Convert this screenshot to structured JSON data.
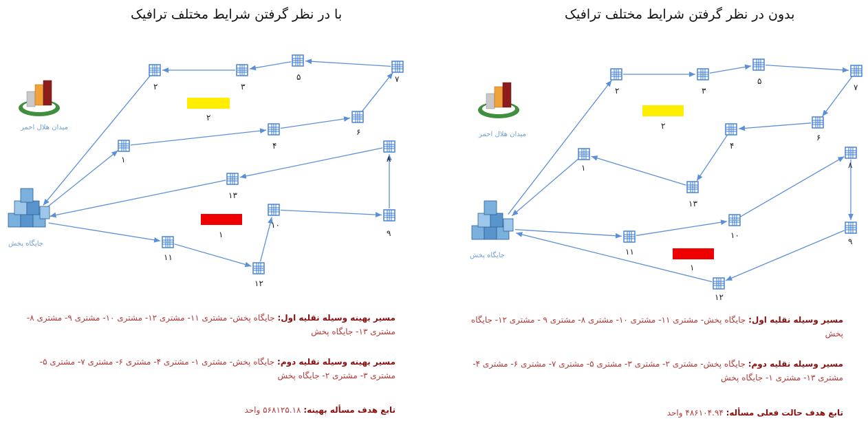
{
  "panels": {
    "left": {
      "title": "با در نظر گرفتن شرایط مختلف ترافیک",
      "depot_label": "جایگاه پخش",
      "park_label": "میدان هلال احمر",
      "customer_labels": {
        "1": "۱",
        "2": "۲",
        "3": "۳",
        "4": "۴",
        "5": "۵",
        "6": "۶",
        "7": "۷",
        "8": "۸",
        "9": "۹",
        "10": "۱۰",
        "11": "۱۱",
        "12": "۱۲",
        "13": "۱۳"
      },
      "traffic_labels": {
        "yellow": "۲",
        "red": "۱"
      },
      "route1_title": "مسیر بهینه وسیله نقلیه اول:",
      "route1_text": " جایگاه پخش- مشتری ۱۱- مشتری ۱۲- مشتری ۱۰- مشتری ۹- مشتری ۸- مشتری ۱۳- جایگاه پخش",
      "route2_title": "مسیر بهینه وسیله نقلیه دوم:",
      "route2_text": " جایگاه پخش- مشتری ۱- مشتری ۴- مشتری ۶- مشتری ۷- مشتری ۵- مشتری ۳- مشتری ۲- جایگاه پخش",
      "objective_title": "تابع هدف مسأله بهینه:",
      "objective_text": " ۵۶۸۱۲۵.۱۸ واحد",
      "colors": {
        "yellow": "#ffee00",
        "red": "#ee0000"
      }
    },
    "right": {
      "title": "بدون در نظر گرفتن شرایط مختلف ترافیک",
      "depot_label": "جایگاه پخش",
      "park_label": "میدان هلال احمر",
      "customer_labels": {
        "1": "۱",
        "2": "۲",
        "3": "۳",
        "4": "۴",
        "5": "۵",
        "6": "۶",
        "7": "۷",
        "8": "۸",
        "9": "۹",
        "10": "۱۰",
        "11": "۱۱",
        "12": "۱۲",
        "13": "۱۳"
      },
      "traffic_labels": {
        "yellow": "۲",
        "red": "۱"
      },
      "route1_title": "مسیر وسیله نقلیه اول:",
      "route1_text": " جایگاه پخش- مشتری ۱۱- مشتری ۱۰- مشتری ۸- مشتری ۹ - مشتری ۱۲- جایگاه پخش",
      "route2_title": "مسیر وسیله نقلیه دوم:",
      "route2_text": " جایگاه پخش- مشتری ۲- مشتری ۳- مشتری ۵- مشتری ۷- مشتری ۶- مشتری ۴- مشتری ۱۳- مشتری ۱- جایگاه پخش",
      "objective_title": "تابع هدف حالت فعلی مسأله:",
      "objective_text": " ۴۸۶۱۰۴.۹۴ واحد",
      "colors": {
        "yellow": "#ffee00",
        "red": "#ee0000"
      }
    }
  }
}
